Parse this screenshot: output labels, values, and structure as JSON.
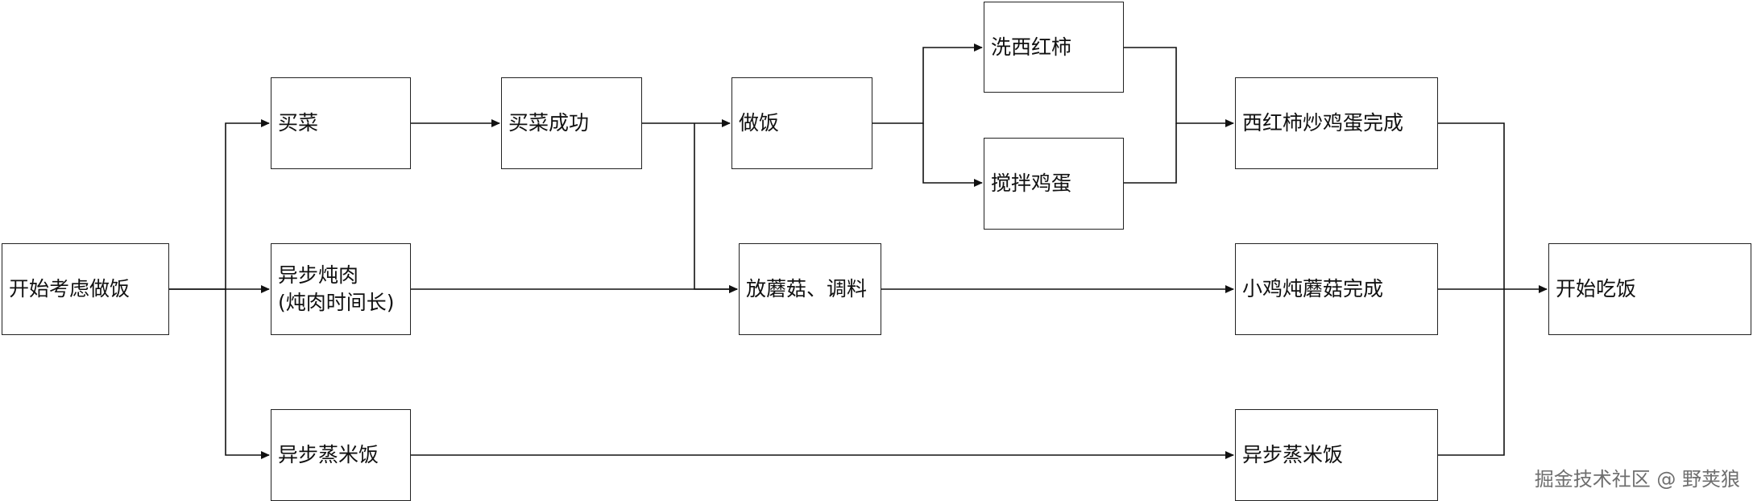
{
  "nodes": {
    "start": {
      "label": "开始考虑做饭"
    },
    "buy": {
      "label": "买菜"
    },
    "buy_ok": {
      "label": "买菜成功"
    },
    "cook": {
      "label": "做饭"
    },
    "wash": {
      "label": "洗西红柿"
    },
    "stir": {
      "label": "搅拌鸡蛋"
    },
    "tomato_done": {
      "label": "西红柿炒鸡蛋完成"
    },
    "stew": {
      "line1": "异步炖肉",
      "line2": "(炖肉时间长)"
    },
    "mush": {
      "label": "放蘑菇、调料"
    },
    "chicken_done": {
      "label": "小鸡炖蘑菇完成"
    },
    "rice": {
      "label": "异步蒸米饭"
    },
    "rice_done": {
      "label": "异步蒸米饭"
    },
    "eat": {
      "label": "开始吃饭"
    }
  },
  "edges": [
    {
      "from": "start",
      "to": "buy"
    },
    {
      "from": "start",
      "to": "stew"
    },
    {
      "from": "start",
      "to": "rice"
    },
    {
      "from": "buy",
      "to": "buy_ok"
    },
    {
      "from": "buy_ok",
      "to": "cook"
    },
    {
      "from": "buy_ok",
      "to": "mush"
    },
    {
      "from": "stew",
      "to": "mush"
    },
    {
      "from": "cook",
      "to": "wash"
    },
    {
      "from": "cook",
      "to": "stir"
    },
    {
      "from": "wash",
      "to": "tomato_done"
    },
    {
      "from": "stir",
      "to": "tomato_done"
    },
    {
      "from": "mush",
      "to": "chicken_done"
    },
    {
      "from": "rice",
      "to": "rice_done"
    },
    {
      "from": "tomato_done",
      "to": "eat"
    },
    {
      "from": "chicken_done",
      "to": "eat"
    },
    {
      "from": "rice_done",
      "to": "eat"
    }
  ],
  "watermark": "掘金技术社区 @ 野荚狼"
}
